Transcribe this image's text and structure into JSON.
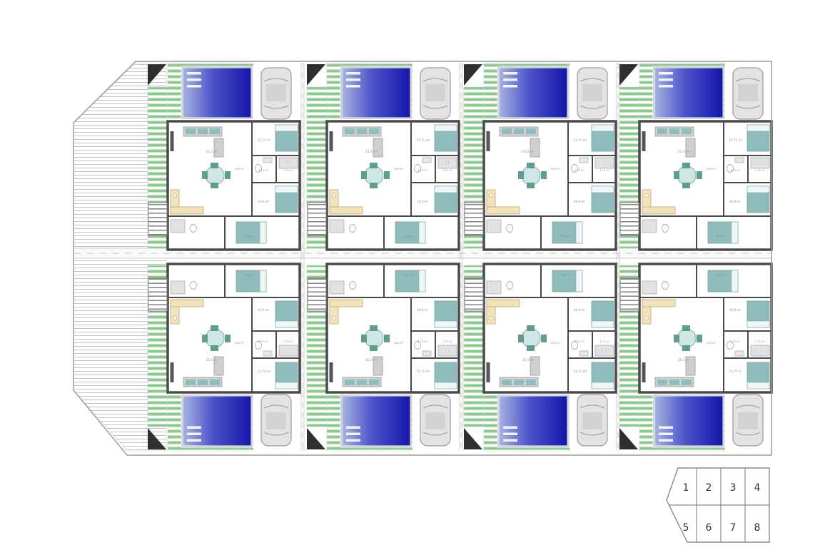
{
  "document": {
    "kind": "residential-site-floor-plan",
    "description": "Site plan of eight mirrored semi-detached villas with pools, gardens, parking and a numbered key plan"
  },
  "units": [
    {
      "number": "1",
      "col": 0,
      "row": "top"
    },
    {
      "number": "2",
      "col": 1,
      "row": "top"
    },
    {
      "number": "3",
      "col": 2,
      "row": "top"
    },
    {
      "number": "4",
      "col": 3,
      "row": "top"
    },
    {
      "number": "5",
      "col": 0,
      "row": "bottom"
    },
    {
      "number": "6",
      "col": 1,
      "row": "bottom"
    },
    {
      "number": "7",
      "col": 2,
      "row": "bottom"
    },
    {
      "number": "8",
      "col": 3,
      "row": "bottom"
    }
  ],
  "room_areas": {
    "living": "25.3 m²",
    "bedroom_top": "11.71 m²",
    "hall": "1.63 m²",
    "bath_1": "3.75 m²",
    "bath_2": "1.75 m²",
    "bedroom_mid": "10.6 m²",
    "bedroom_bottom": "9.9 m²"
  },
  "keyplan": {
    "rows": [
      [
        "1",
        "2",
        "3",
        "4"
      ],
      [
        "5",
        "6",
        "7",
        "8"
      ]
    ]
  },
  "colors": {
    "wall": "#4a4a4a",
    "boundary": "#9e9e9e",
    "divider": "#c8c8c8",
    "green_stripe": "#8cc98c",
    "pool_light": "#aab6e2",
    "pool_mid": "#4a52c8",
    "pool_deep": "#1414a8",
    "hatch_line": "#c2c2c2",
    "car_body": "#e3e3e3",
    "car_line": "#9a9a9a",
    "furniture_gray": "#cfcfcf",
    "furniture_teal": "#8fbcbc",
    "furniture_teal_dark": "#5f9e8f",
    "kitchen": "#f2e3bb",
    "label": "#8a8a8a",
    "keyplan_number": "#333333"
  }
}
